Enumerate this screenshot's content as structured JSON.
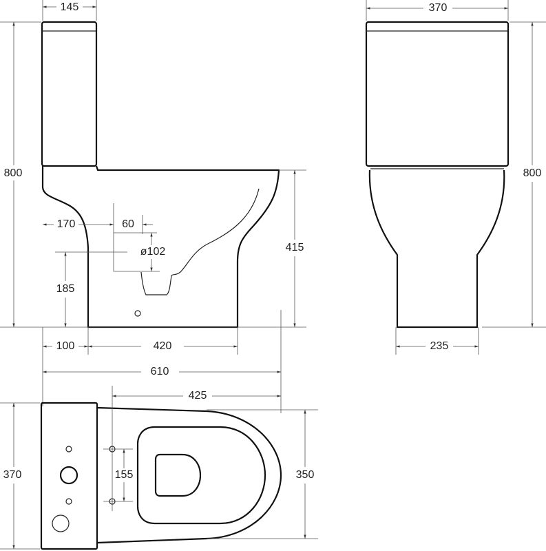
{
  "side_view": {
    "tank_depth": "145",
    "total_height": "800",
    "outlet_offset": "170",
    "outlet_length": "60",
    "outlet_diameter": "ø102",
    "outlet_height": "185",
    "bowl_height": "415",
    "base_offset": "100",
    "base_length": "420",
    "total_length": "610"
  },
  "front_view": {
    "width": "370",
    "total_height": "800",
    "base_width": "235"
  },
  "top_view": {
    "bowl_length": "425",
    "tank_width": "370",
    "bolt_spacing": "155",
    "bowl_width": "350"
  },
  "colors": {
    "line": "#111111",
    "dimension": "#555555"
  }
}
